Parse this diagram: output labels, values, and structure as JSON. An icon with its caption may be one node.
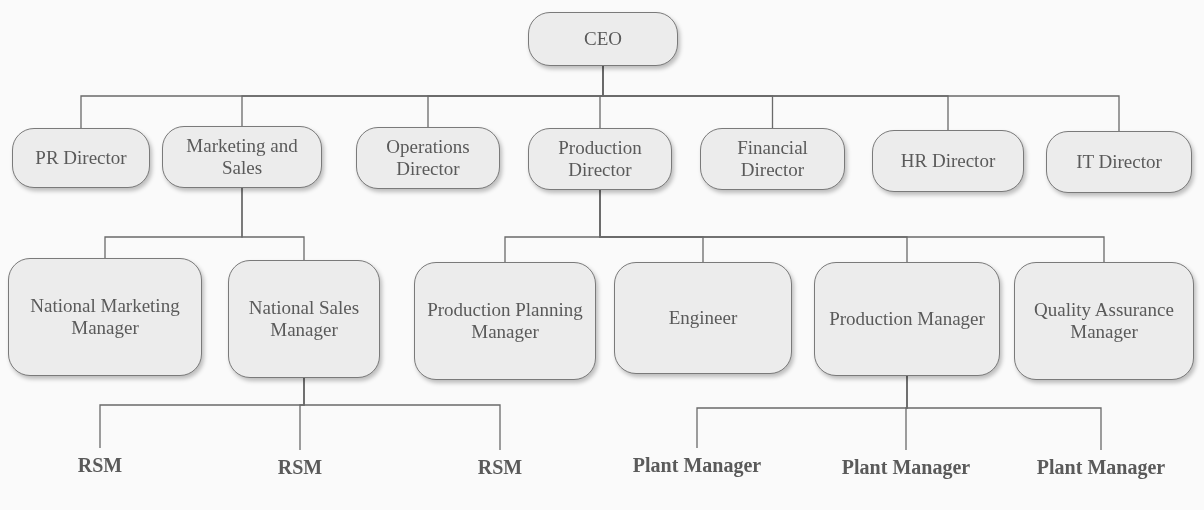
{
  "diagram": {
    "nodes": [
      {
        "text": [
          "CEO"
        ]
      },
      {
        "text": [
          "PR Director"
        ]
      },
      {
        "text": [
          "Marketing and Sales"
        ]
      },
      {
        "text": [
          "Operations Director"
        ]
      },
      {
        "text": [
          "Production Director"
        ]
      },
      {
        "text": [
          "Financial Director"
        ]
      },
      {
        "text": [
          "HR Director"
        ]
      },
      {
        "text": [
          "IT Director"
        ]
      },
      {
        "text": [
          "National Marketing Manager"
        ]
      },
      {
        "text": [
          "National Sales Manager"
        ]
      },
      {
        "text": [
          "Production Planning Manager"
        ]
      },
      {
        "text": [
          "Engineer"
        ]
      },
      {
        "text": [
          "Production Manager"
        ]
      },
      {
        "text": [
          "Quality Assurance Manager"
        ]
      },
      {
        "text": [
          "RSM"
        ]
      },
      {
        "text": [
          "RSM"
        ]
      },
      {
        "text": [
          "RSM"
        ]
      },
      {
        "text": [
          "Plant Manager"
        ]
      },
      {
        "text": [
          "Plant Manager"
        ]
      },
      {
        "text": [
          "Plant Manager"
        ]
      }
    ],
    "edges": [
      {
        "from": 0,
        "to": 1,
        "arrow": "none"
      },
      {
        "from": 0,
        "to": 2,
        "arrow": "none"
      },
      {
        "from": 0,
        "to": 3,
        "arrow": "none"
      },
      {
        "from": 0,
        "to": 4,
        "arrow": "none"
      },
      {
        "from": 0,
        "to": 5,
        "arrow": "none"
      },
      {
        "from": 0,
        "to": 6,
        "arrow": "none"
      },
      {
        "from": 0,
        "to": 7,
        "arrow": "none"
      },
      {
        "from": 2,
        "to": 8,
        "arrow": "none"
      },
      {
        "from": 2,
        "to": 9,
        "arrow": "none"
      },
      {
        "from": 4,
        "to": 10,
        "arrow": "none"
      },
      {
        "from": 4,
        "to": 11,
        "arrow": "none"
      },
      {
        "from": 4,
        "to": 12,
        "arrow": "none"
      },
      {
        "from": 4,
        "to": 13,
        "arrow": "none"
      },
      {
        "from": 9,
        "to": 14,
        "arrow": "none"
      },
      {
        "from": 9,
        "to": 15,
        "arrow": "none"
      },
      {
        "from": 9,
        "to": 16,
        "arrow": "none"
      },
      {
        "from": 12,
        "to": 17,
        "arrow": "none"
      },
      {
        "from": 12,
        "to": 18,
        "arrow": "none"
      },
      {
        "from": 12,
        "to": 19,
        "arrow": "none"
      }
    ]
  }
}
